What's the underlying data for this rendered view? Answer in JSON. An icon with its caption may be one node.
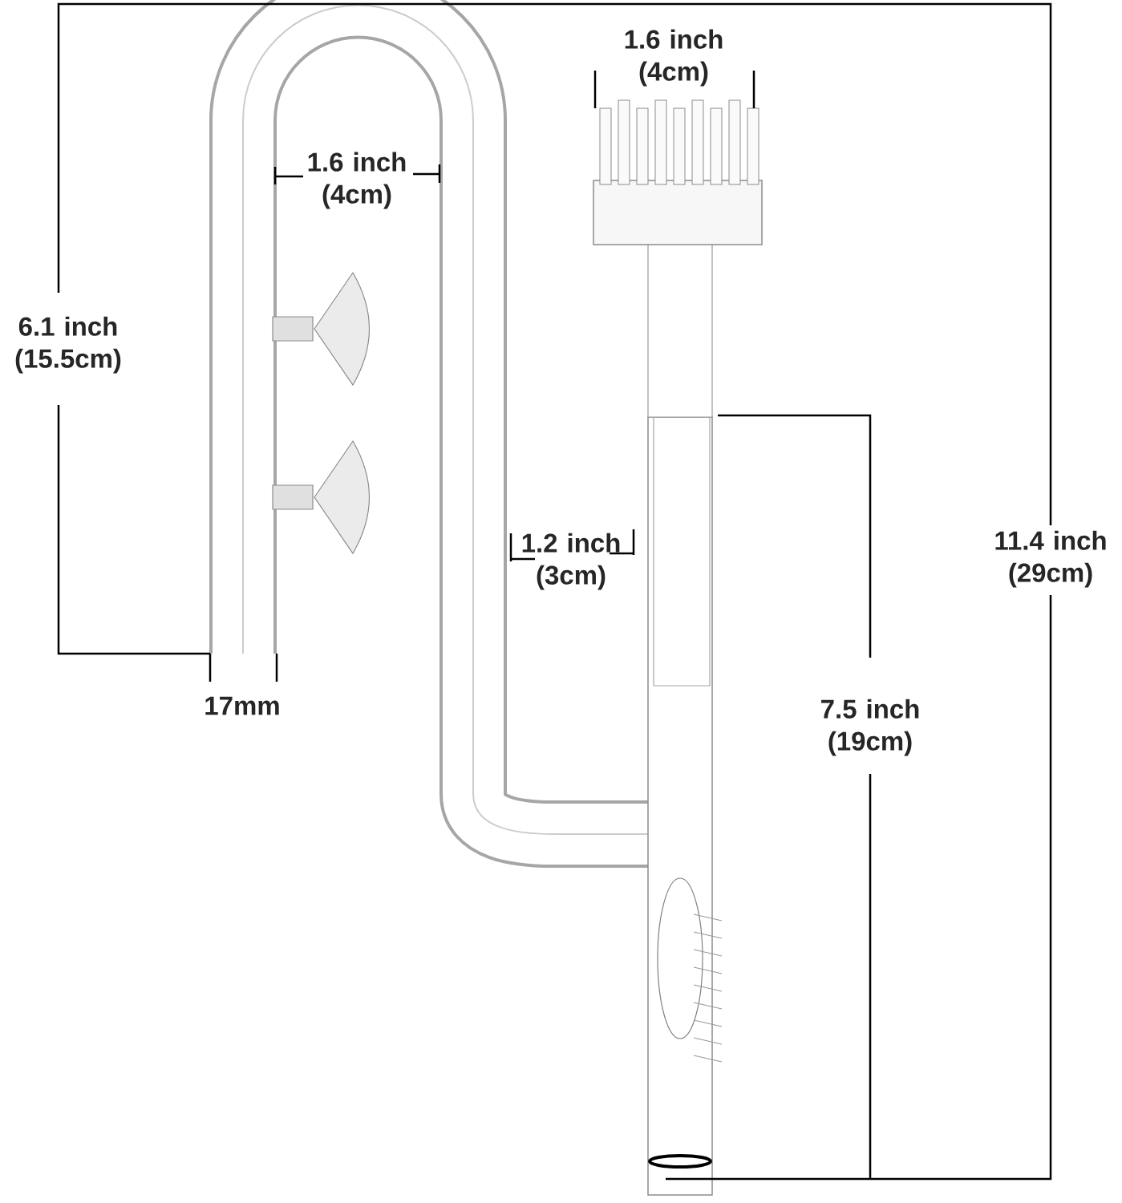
{
  "diagram": {
    "labels": [
      "1.6 inch (4cm)",
      "1.6 inch (4cm)",
      "6.1 inch (15.5cm)",
      "1.2 inch (3cm)",
      "11.4 inch (29cm)",
      "17mm",
      "7.5 inch (19cm)"
    ]
  }
}
